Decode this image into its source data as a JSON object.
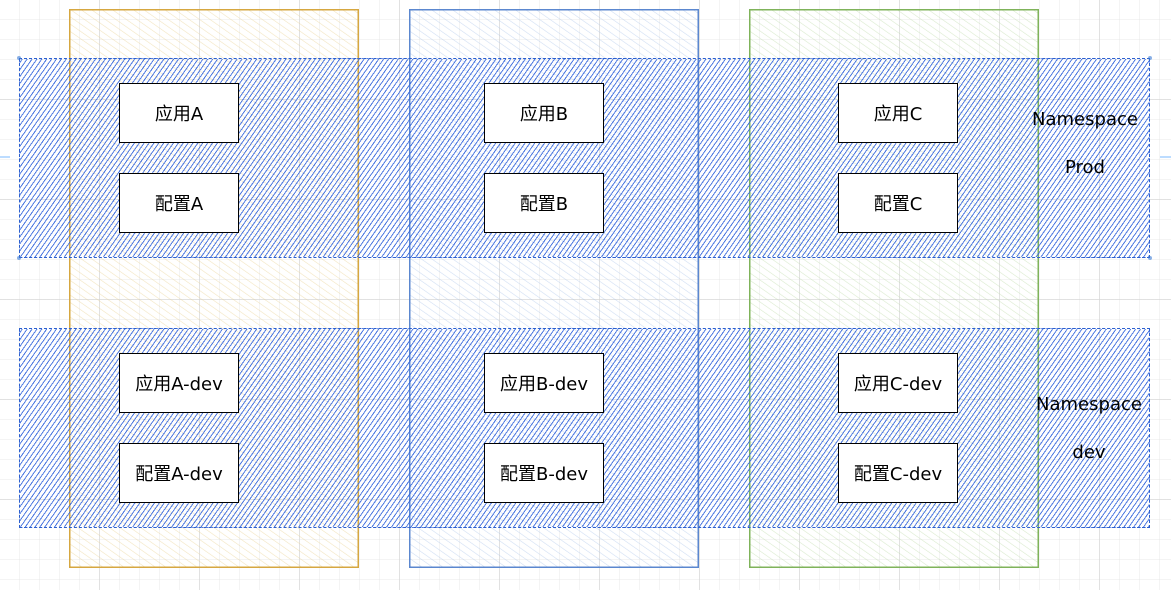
{
  "colors": {
    "column_a": "#d6a740",
    "column_b": "#5b87cf",
    "column_c": "#7fb35a",
    "namespace_border": "#2b5fcf",
    "namespace_hatch": "#3264dc"
  },
  "namespaces": {
    "prod": {
      "label_line1": "Namespace",
      "label_line2": "Prod",
      "apps": [
        "应用A",
        "应用B",
        "应用C"
      ],
      "configs": [
        "配置A",
        "配置B",
        "配置C"
      ]
    },
    "dev": {
      "label_line1": "Namespace",
      "label_line2": "dev",
      "apps": [
        "应用A-dev",
        "应用B-dev",
        "应用C-dev"
      ],
      "configs": [
        "配置A-dev",
        "配置B-dev",
        "配置C-dev"
      ]
    }
  }
}
